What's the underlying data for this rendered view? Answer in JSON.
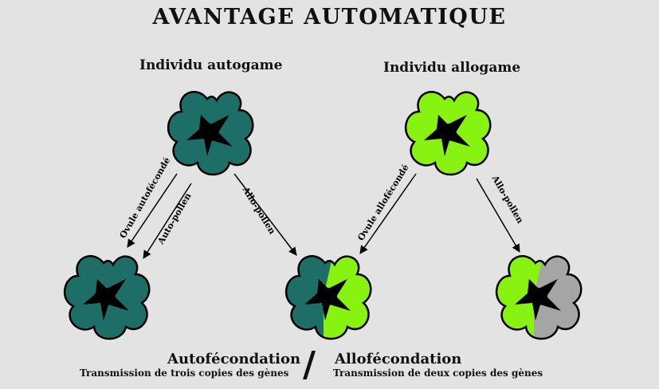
{
  "title": "AVANTAGE  AUTOMATIQUE",
  "labels": {
    "autogame": "Individu autogame",
    "allogame": "Individu allogame"
  },
  "arrows": {
    "ovule_autofeconde": "Ovule autofécondé",
    "auto_pollen": "Auto-pollen",
    "allo_pollen_1": "Allo-pollen",
    "ovule_allofeconde": "Ovule allofécondé",
    "allo_pollen_2": "Allo-pollen"
  },
  "bottom": {
    "autofecondation": "Autofécondation",
    "autofecondation_sub": "Transmission de trois copies des gènes",
    "slash": "/",
    "allofecondation": "Allofécondation",
    "allofecondation_sub": "Transmission de deux copies des gènes"
  },
  "colors": {
    "background": "#e3e3e3",
    "teal": "#1e6e68",
    "lime": "#88f210",
    "grey": "#a5a5a5",
    "outline": "#000000"
  }
}
